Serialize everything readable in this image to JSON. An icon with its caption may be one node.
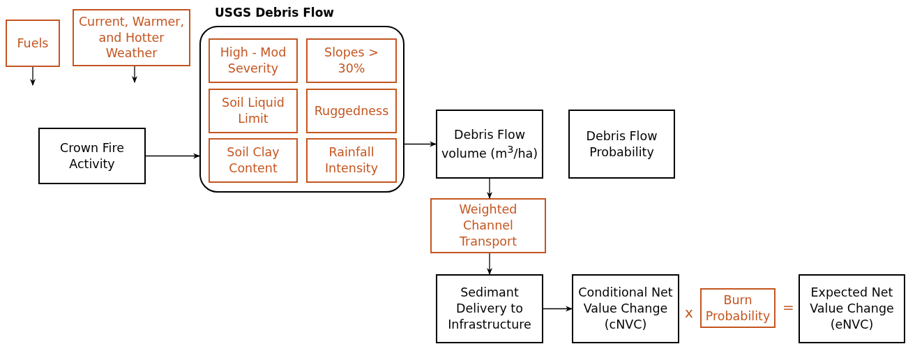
{
  "diagram": {
    "nodes": [
      {
        "text": [
          "Fuels"
        ]
      },
      {
        "text": [
          "Current, Warmer, and Hotter Weather"
        ]
      },
      {
        "text": [
          "Crown Fire Activity"
        ]
      },
      {
        "text": [
          "USGS Debris Flow"
        ]
      },
      {
        "text": [
          "High - Mod Severity"
        ],
        "in": 3
      },
      {
        "text": [
          "Slopes > 30%"
        ],
        "in": 3
      },
      {
        "text": [
          "Soil Liquid Limit"
        ],
        "in": 3
      },
      {
        "text": [
          "Ruggedness"
        ],
        "in": 3
      },
      {
        "text": [
          "Soil Clay Content"
        ],
        "in": 3
      },
      {
        "text": [
          "Rainfall Intensity"
        ],
        "in": 3
      },
      {
        "text": [
          "Debris Flow volume (m$^{3}$/ha)"
        ]
      },
      {
        "text": [
          "Debris Flow Probability"
        ]
      },
      {
        "text": [
          "Weighted Channel Transport"
        ]
      },
      {
        "text": [
          "Sedimant Delivery to Infrastructure"
        ]
      },
      {
        "text": [
          "Conditional Net Value Change (cNVC)"
        ]
      },
      {
        "text": [
          "Burn Probability"
        ]
      },
      {
        "text": [
          "Expected Net Value Change (eNVC)"
        ]
      }
    ],
    "edges": [
      {
        "from": 0,
        "to": null,
        "arrow": "to"
      },
      {
        "from": 1,
        "to": null,
        "arrow": "to"
      },
      {
        "from": 2,
        "to": 3,
        "arrow": "to"
      },
      {
        "from": 3,
        "to": 10,
        "arrow": "to"
      },
      {
        "from": 10,
        "to": 12,
        "arrow": "to"
      },
      {
        "from": 12,
        "to": 13,
        "arrow": "to"
      },
      {
        "from": 13,
        "to": 14,
        "arrow": "to"
      }
    ],
    "labels": [
      "x",
      "="
    ]
  }
}
